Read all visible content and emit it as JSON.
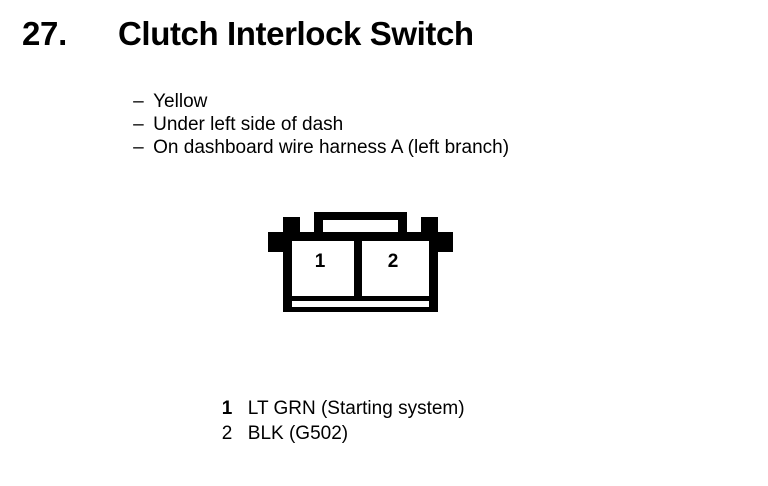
{
  "page": {
    "background_color": "#ffffff",
    "ink_color": "#000000"
  },
  "header": {
    "number": "27.",
    "title": "Clutch Interlock Switch"
  },
  "details": {
    "dash": "–",
    "items": [
      {
        "text": "Yellow"
      },
      {
        "text": "Under left side of dash"
      },
      {
        "text": "On dashboard wire harness A (left branch)"
      }
    ]
  },
  "connector": {
    "name": "two-cavity-connector",
    "cavity_count": 2,
    "cavities": [
      {
        "number": "1"
      },
      {
        "number": "2"
      }
    ]
  },
  "legend": {
    "rows": [
      {
        "pin": "1",
        "description": "LT GRN (Starting system)",
        "bold_pin": true
      },
      {
        "pin": "2",
        "description": "BLK (G502)",
        "bold_pin": false
      }
    ]
  }
}
